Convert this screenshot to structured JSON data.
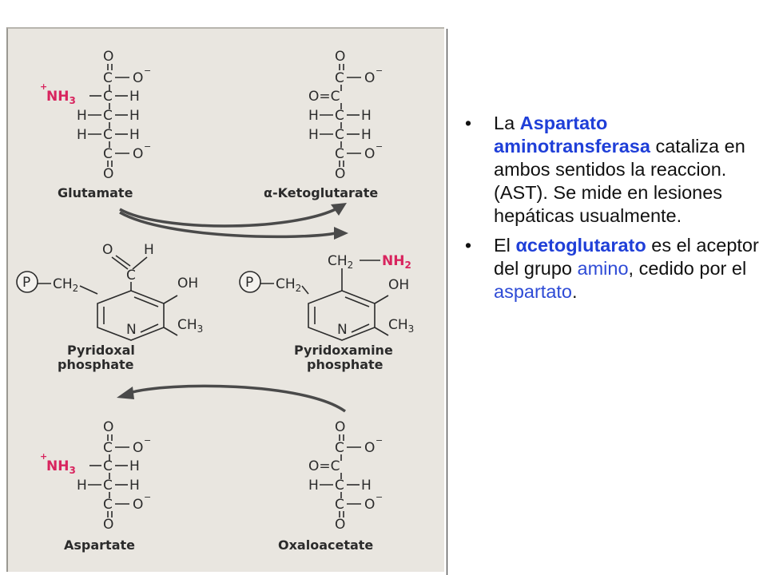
{
  "slide": {
    "bullets": [
      {
        "parts": [
          {
            "text": "La ",
            "style": "plain"
          },
          {
            "text": "Aspartato aminotransferasa",
            "style": "hl-bold"
          },
          {
            "text": " cataliza en ambos sentidos la reaccion. (AST). Se mide en lesiones hepáticas usualmente.",
            "style": "plain"
          }
        ]
      },
      {
        "parts": [
          {
            "text": "El ",
            "style": "plain"
          },
          {
            "text": "αcetoglutarato",
            "style": "hl-bold"
          },
          {
            "text": " es el aceptor del grupo ",
            "style": "plain"
          },
          {
            "text": "amino",
            "style": "hl"
          },
          {
            "text": ", cedido por el ",
            "style": "plain"
          },
          {
            "text": "aspartato",
            "style": "hl"
          },
          {
            "text": ".",
            "style": "plain"
          }
        ]
      }
    ]
  },
  "diagram": {
    "atoms": {
      "O": "O",
      "C": "C",
      "H": "H",
      "N": "N",
      "OH": "OH",
      "CH3": "CH",
      "sub3": "3",
      "sub2": "2",
      "minus": "−",
      "plus": "+",
      "NH": "NH",
      "OeqC": "O=C",
      "CH2": "CH",
      "P": "P"
    },
    "molecules": {
      "glutamate": "Glutamate",
      "ketoglutarate": "α-Ketoglutarate",
      "pyridoxal_1": "Pyridoxal",
      "pyridoxal_2": "phosphate",
      "pyridoxamine_1": "Pyridoxamine",
      "pyridoxamine_2": "phosphate",
      "aspartate": "Aspartate",
      "oxaloacetate": "Oxaloacetate"
    }
  },
  "colors": {
    "highlight": "#1f3fd8",
    "amino_group": "#d8245e",
    "panel_bg": "#e9e6e0"
  }
}
